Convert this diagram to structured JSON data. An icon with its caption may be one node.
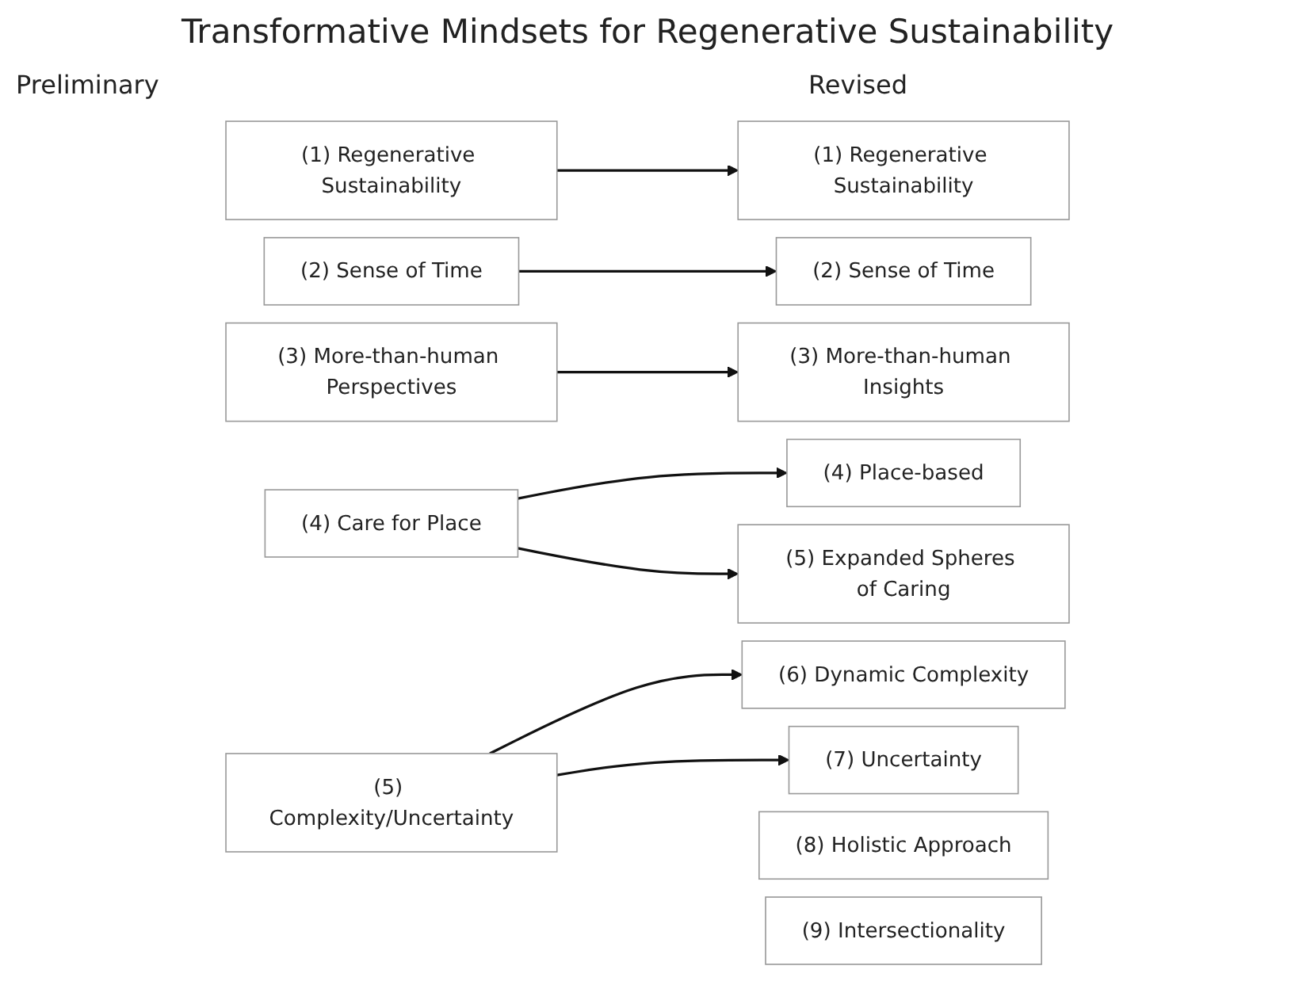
{
  "diagram": {
    "title": "Transformative Mindsets for Regenerative Sustainability",
    "nodes": [
      {
        "text": [
          "(1) Regenerative Sustainability"
        ]
      },
      {
        "text": [
          "(2) Sense of Time"
        ]
      },
      {
        "text": [
          "(3) More-than-human Perspectives"
        ]
      },
      {
        "text": [
          "(4) Care for Place"
        ]
      },
      {
        "text": [
          "(5) Complexity/Uncertainty"
        ]
      },
      {
        "text": [
          "(1) Regenerative Sustainability"
        ]
      },
      {
        "text": [
          "(2) Sense of Time"
        ]
      },
      {
        "text": [
          "(3) More-than-human Insights"
        ]
      },
      {
        "text": [
          "(4) Place-based"
        ]
      },
      {
        "text": [
          "(5) Expanded Spheres of Caring"
        ]
      },
      {
        "text": [
          "(6) Dynamic Complexity"
        ]
      },
      {
        "text": [
          "(7) Uncertainty"
        ]
      },
      {
        "text": [
          "(8) Holistic Approach"
        ]
      },
      {
        "text": [
          "(9) Intersectionality"
        ]
      }
    ],
    "edges": [
      {
        "from": 0,
        "to": 5,
        "arrow": "to"
      },
      {
        "from": 1,
        "to": 6,
        "arrow": "to"
      },
      {
        "from": 2,
        "to": 7,
        "arrow": "to"
      },
      {
        "from": 3,
        "to": 8,
        "arrow": "to"
      },
      {
        "from": 3,
        "to": 9,
        "arrow": "to"
      },
      {
        "from": 4,
        "to": 10,
        "arrow": "to"
      },
      {
        "from": 4,
        "to": 11,
        "arrow": "to"
      }
    ],
    "labels": [
      "Preliminary",
      "Revised"
    ]
  }
}
